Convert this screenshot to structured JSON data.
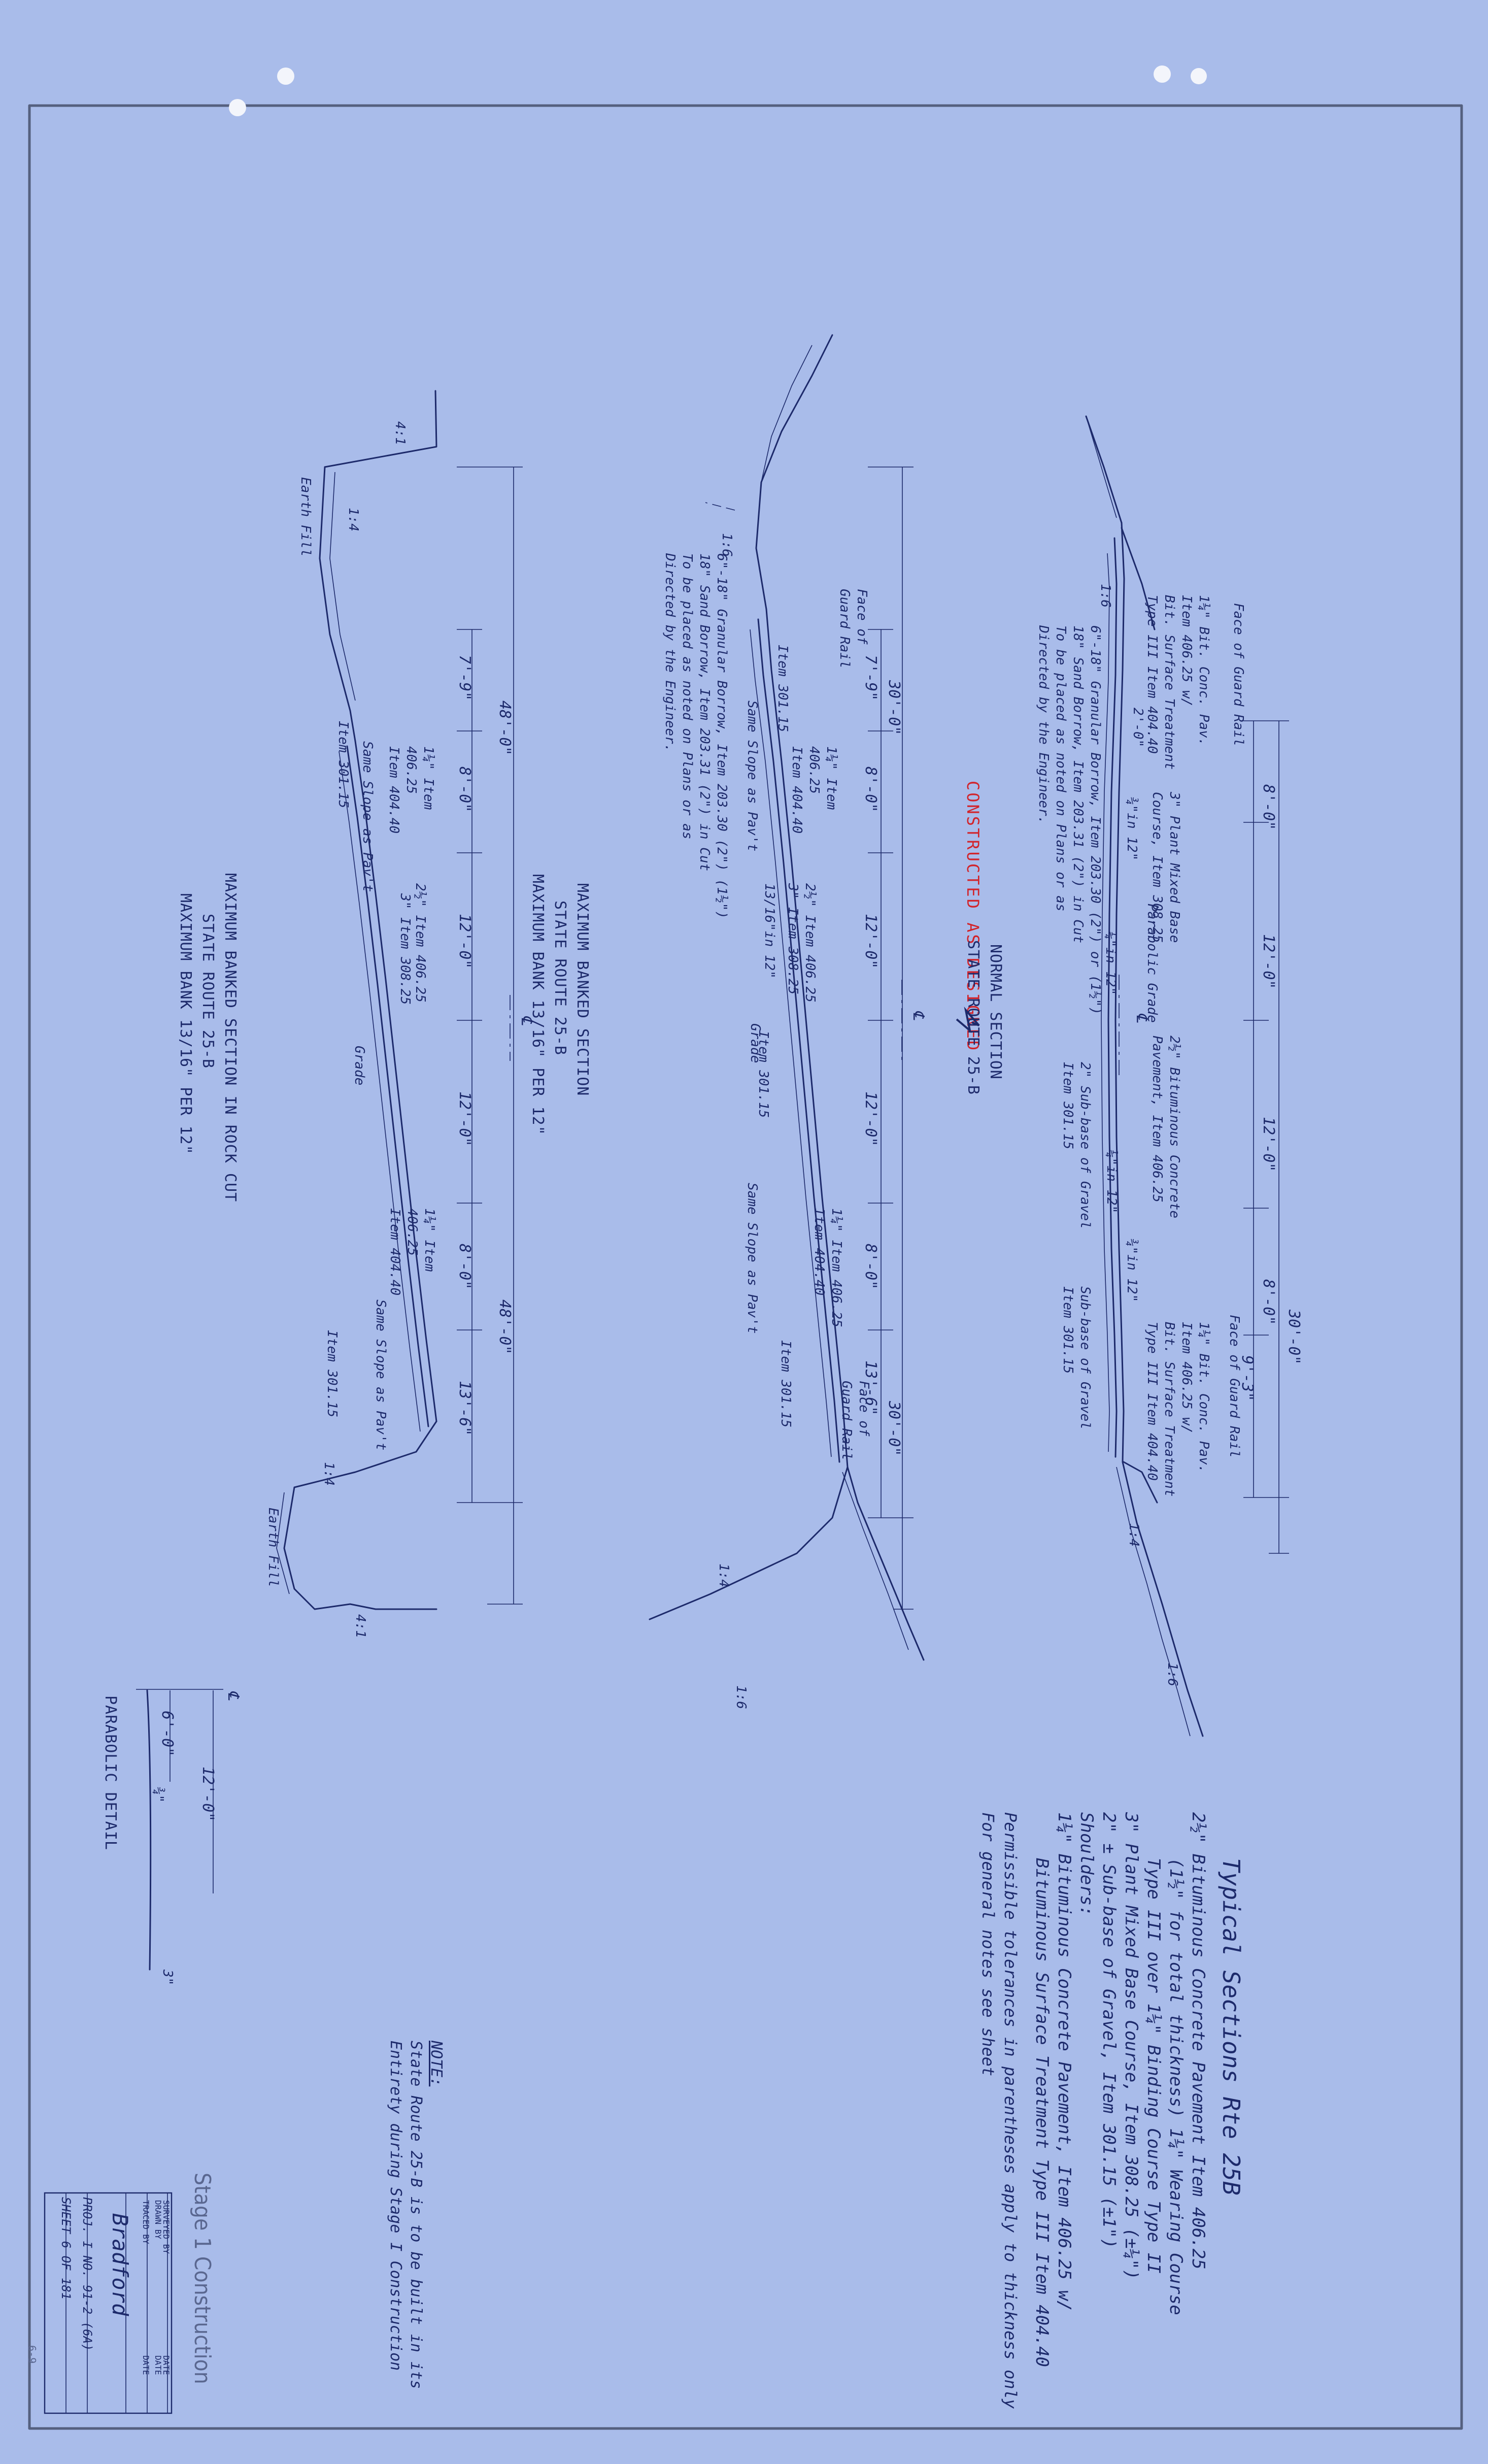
{
  "colors": {
    "paper": "#a9bcea",
    "ink": "#1d2a6b",
    "stamp": "#d2232a"
  },
  "stamp": {
    "text": "CONSTRUCTED AS DESIGNED"
  },
  "sheet_title": "Typical Sections Rte 25B",
  "legend": [
    "2½\" Bituminous Concrete Pavement Item 406.25",
    "(1½\" for total thickness) 1¼\" Wearing Course",
    "Type III over 1¼\" Binding Course Type II",
    "3\" Plant Mixed Base Course, Item 308.25 (±¼\")",
    "2\" ± Sub-base of Gravel, Item 301.15 (±1\")",
    "Shoulders:",
    "1¼\" Bituminous Concrete Pavement, Item 406.25 w/",
    "Bituminous Surface Treatment Type III Item 404.40",
    "Permissible tolerances in parentheses apply to thickness only",
    "For general notes see sheet"
  ],
  "note": {
    "heading": "NOTE:",
    "lines": [
      "State Route 25-B is to be built in its",
      "Entirety during Stage I Construction"
    ]
  },
  "stage_label": "Stage 1 Construction",
  "title_block": {
    "rows": [
      "SURVEYED BY",
      "DRAWN BY",
      "TRACED BY",
      "DATE",
      "DATE",
      "DATE"
    ],
    "county": "Bradford",
    "project": "PROJ. I   NO. 91-2 (6A)",
    "sheet": "SHEET  6  OF  181",
    "drawing_no": "6-9"
  },
  "sections": {
    "normal": {
      "title": "NORMAL SECTION",
      "route": "STATE ROUTE 25-B",
      "labels": [
        "Face of Guard Rail",
        "1¼\" Bit. Conc. Pav. Item 406.25 w/ Bit. Surface Treatment Type III Item 404.40",
        "3\" Plant Mixed Base Course, Item 308.25",
        "2½\" Bituminous Concrete Pavement, Item 406.25",
        "Sub-base of Gravel Item 301.15",
        "Parabolic Grade",
        "6\"-18\" Granular Borrow, Item 203.30 (2\") or (1½\")",
        "18\" Sand Borrow, Item 203.31 (2\") in Cut",
        "To be placed as noted on Plans or as Directed by the Engineer."
      ],
      "dims": [
        "8'-0\"",
        "12'-0\"",
        "12'-0\"",
        "8'-0\"",
        "30'-0\"",
        "9'-3\"",
        "30'-0\"",
        "2'-0\"",
        "1:6",
        "1:6",
        "1:4",
        "¼\"in 12\"",
        "¾\"in 12\""
      ]
    },
    "banked": {
      "title": "MAXIMUM BANKED SECTION",
      "route": "STATE ROUTE 25-B",
      "bank": "MAXIMUM BANK 13/16\" PER 12\"",
      "labels": [
        "Face of Guard Rail",
        "1¼\" Item 406.25 Item 404.40",
        "2½\" Item 406.25",
        "3\" Item 308.25",
        "Item 301.15",
        "Same Slope as Pav't",
        "Grade",
        "6\"-18\" Granular Borrow, Item 203.30 (2\") (1½\")",
        "18\" Sand Borrow, Item 203.31 (2\") in Cut",
        "To be placed as noted on Plans or as Directed by the Engineer."
      ],
      "dims": [
        "30'-0\"",
        "7'-9\"",
        "8'-0\"",
        "12'-0\"",
        "12'-0\"",
        "8'-0\"",
        "13'-6\"",
        "30'-0\"",
        "13/16\"in 12\"",
        "1:6",
        "1:4"
      ]
    },
    "rock_cut": {
      "title": "MAXIMUM BANKED SECTION IN ROCK CUT",
      "route": "STATE ROUTE 25-B",
      "bank": "MAXIMUM BANK 13/16\" PER 12\"",
      "labels": [
        "Earth Fill",
        "Earth Fill",
        "Item 301.15",
        "Same Slope as Pav't",
        "Grade",
        "1¼\" Item 406.25 Item 404.40",
        "3\" Item 308.25",
        "2½\" Item 406.25",
        "Same Slope as Pav't"
      ],
      "dims": [
        "48'-0\"",
        "7'-9\"",
        "8'-0\"",
        "12'-0\"",
        "12'-0\"",
        "8'-0\"",
        "13'-6\"",
        "48'-0\"",
        "4:1",
        "4:1",
        "1:4",
        "1:4"
      ]
    },
    "parabolic": {
      "title": "PARABOLIC DETAIL",
      "dims": [
        "12'-0\"",
        "6'-0\"",
        "¾\"",
        "3\""
      ]
    }
  }
}
